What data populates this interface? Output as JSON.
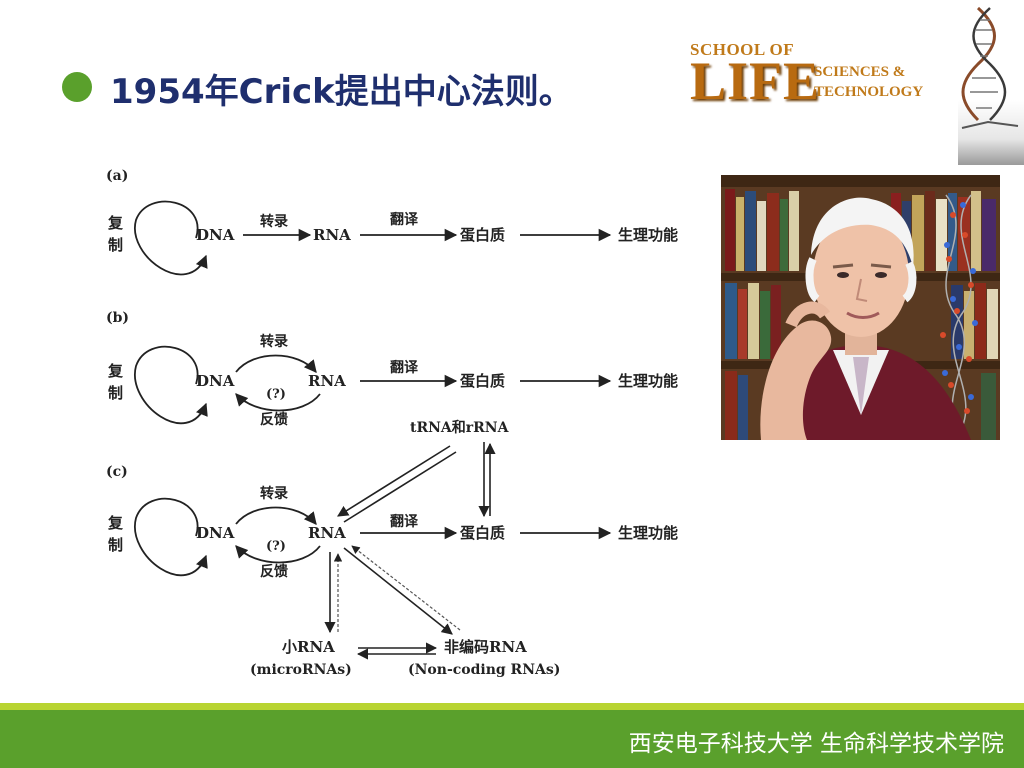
{
  "slide": {
    "title": "1954年Crick提出中心法则。",
    "footer": "西安电子科技大学  生命科学技术学院"
  },
  "logo": {
    "line1": "SCHOOL OF",
    "line2": "LIFE",
    "line3": "SCIENCES &",
    "line4": "TECHNOLOGY"
  },
  "diagram": {
    "panel_a": {
      "label": "(a)",
      "replicate": [
        "复",
        "制"
      ],
      "dna": "DNA",
      "transcription": "转录",
      "rna": "RNA",
      "translation": "翻译",
      "protein": "蛋白质",
      "function": "生理功能"
    },
    "panel_b": {
      "label": "(b)",
      "replicate": [
        "复",
        "制"
      ],
      "dna": "DNA",
      "transcription": "转录",
      "question": "(?)",
      "feedback": "反馈",
      "rna": "RNA",
      "translation": "翻译",
      "protein": "蛋白质",
      "function": "生理功能"
    },
    "panel_c": {
      "label": "(c)",
      "replicate": [
        "复",
        "制"
      ],
      "dna": "DNA",
      "transcription": "转录",
      "question": "(?)",
      "feedback": "反馈",
      "rna": "RNA",
      "translation": "翻译",
      "protein": "蛋白质",
      "function": "生理功能",
      "trna_rrna": "tRNA和rRNA",
      "small_rna": "小RNA",
      "small_rna_en": "(microRNAs)",
      "noncoding": "非编码RNA",
      "noncoding_en": "(Non-coding RNAs)"
    }
  }
}
